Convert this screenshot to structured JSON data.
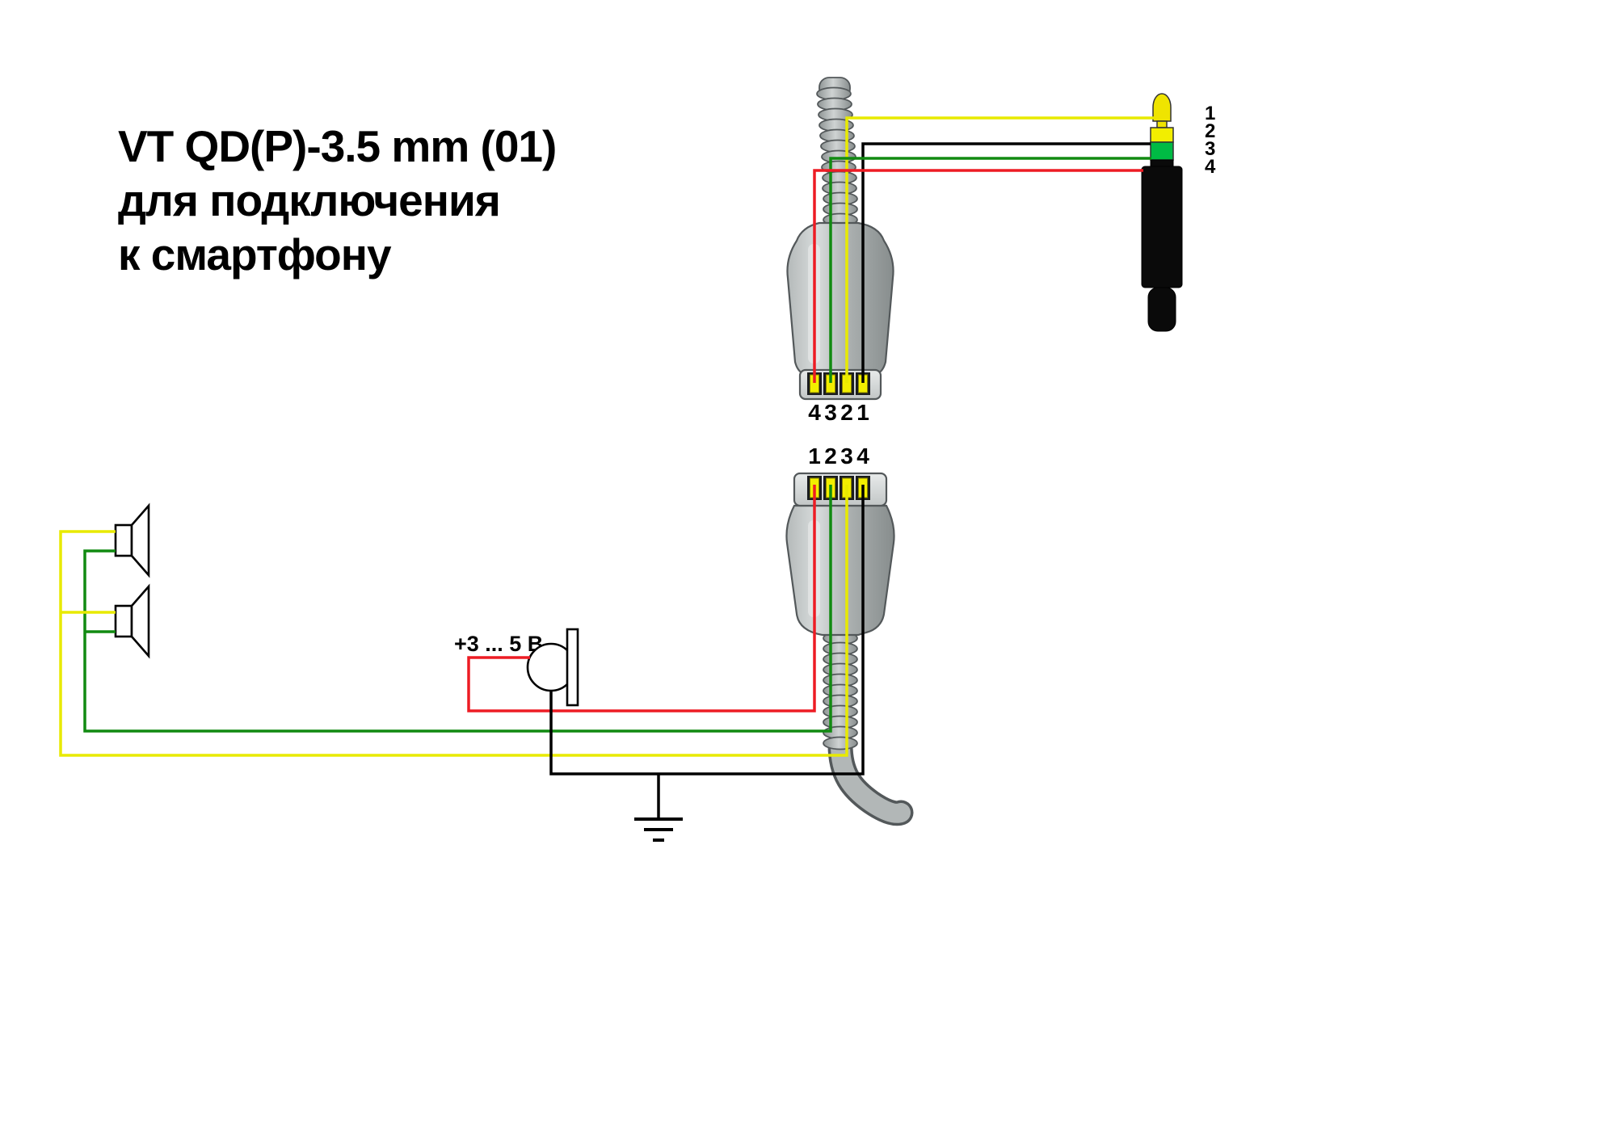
{
  "title": {
    "line1": "VT QD(P)-3.5 mm (01)",
    "line2": "для подключения",
    "line3": "к смартфону"
  },
  "qd_top": {
    "pin_labels": [
      "4",
      "3",
      "2",
      "1"
    ]
  },
  "qd_bottom": {
    "pin_labels": [
      "1",
      "2",
      "3",
      "4"
    ]
  },
  "jack": {
    "pin_labels": [
      "1",
      "2",
      "3",
      "4"
    ]
  },
  "mic": {
    "voltage_label": "+3 ... 5 В"
  },
  "colors": {
    "background": "#ffffff",
    "diagram_ink": "#000000",
    "wire_yellow": "#e8ea00",
    "wire_green": "#118a11",
    "wire_red": "#ed1c24",
    "wire_black": "#000000",
    "connector_outline": "#53585a",
    "connector_body": "#a9aeae",
    "connector_face": "#dcdfdf",
    "contact_yellow": "#f2ee00",
    "jack_tip_yellow": "#efe400",
    "jack_band_yellow": "#f2ee00",
    "jack_band_green": "#00bb44",
    "jack_black": "#0a0a0a"
  }
}
